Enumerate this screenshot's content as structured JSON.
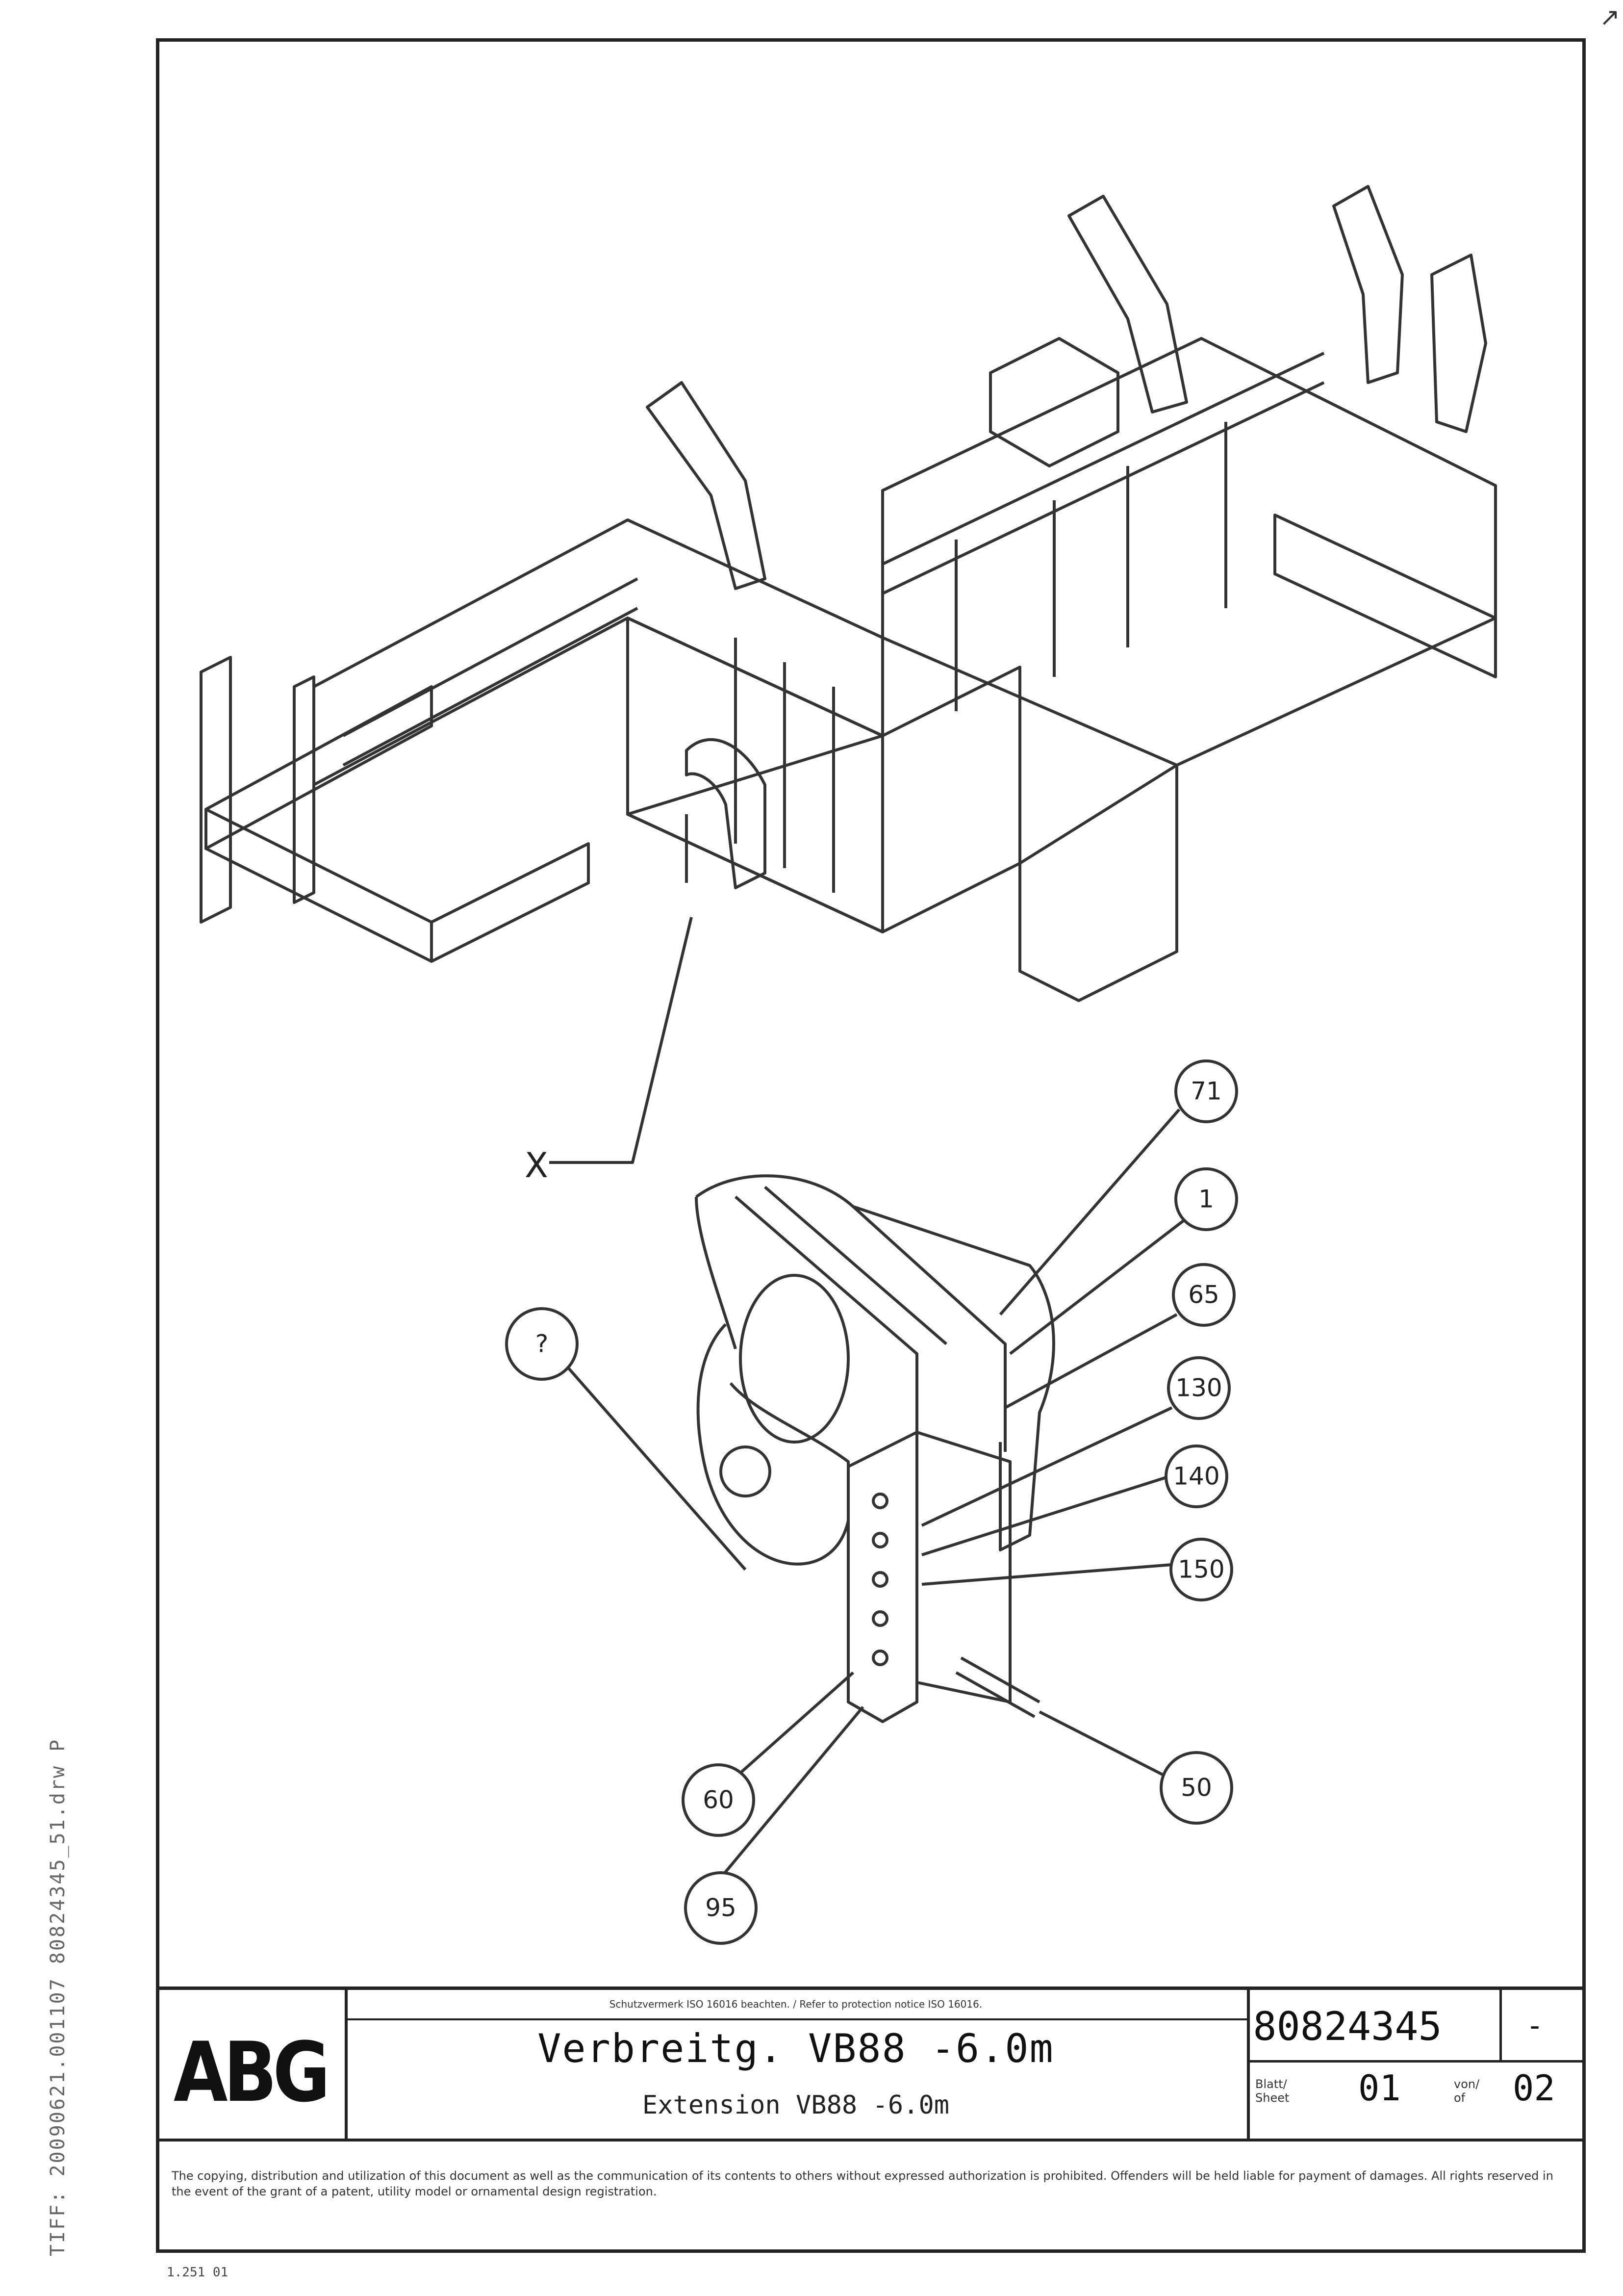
{
  "side_label": "TIFF:  20090621.001107  80824345_51.drw  P",
  "footer_code": "1.251 01",
  "detail_marker": "X",
  "callouts": [
    {
      "label": "71"
    },
    {
      "label": "1"
    },
    {
      "label": "65"
    },
    {
      "label": "?"
    },
    {
      "label": "130"
    },
    {
      "label": "140"
    },
    {
      "label": "150"
    },
    {
      "label": "50"
    },
    {
      "label": "60"
    },
    {
      "label": "95"
    }
  ],
  "title_block": {
    "logo": "ABG",
    "protection_note": "Schutzvermerk ISO 16016 beachten. / Refer to protection notice ISO 16016.",
    "title_de": "Verbreitg. VB88 -6.0m",
    "title_en": "Extension VB88 -6.0m",
    "doc_number": "80824345",
    "revision": "-",
    "sheet_label": "Blatt/\nSheet",
    "sheet_number": "01",
    "of_label": "von/\nof",
    "sheet_total": "02",
    "disclaimer": "The copying, distribution and utilization of this document as well as the communication of its contents to others without expressed authorization is prohibited. Offenders will be held liable for payment of damages. All rights reserved in the event of the grant of a patent, utility model or ornamental design registration."
  }
}
